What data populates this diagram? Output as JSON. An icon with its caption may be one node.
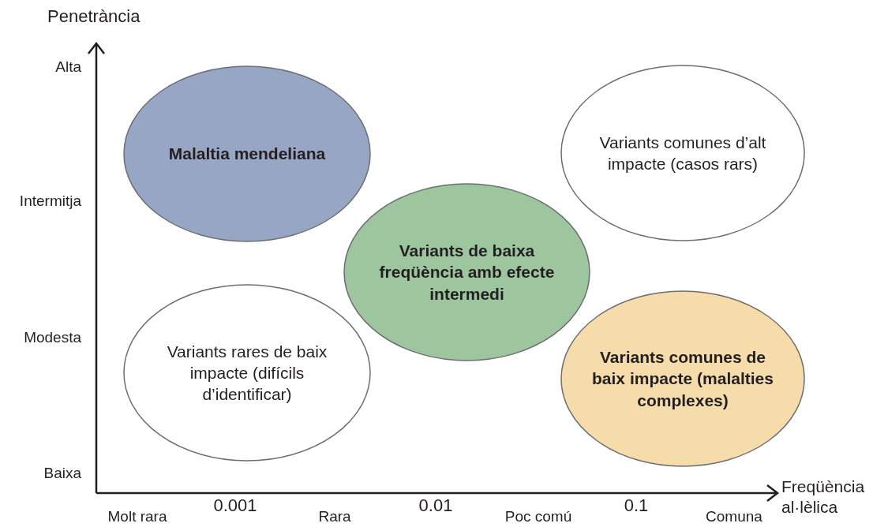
{
  "diagram": {
    "nodes": [
      {
        "text": [
          "Malaltia mendeliana"
        ]
      },
      {
        "text": [
          "Variants comunes d’alt impacte (casos rars)"
        ]
      },
      {
        "text": [
          "Variants de baixa freqüència amb efecte intermedi"
        ]
      },
      {
        "text": [
          "Variants rares de baix impacte (difícils d’identificar)"
        ]
      },
      {
        "text": [
          "Variants comunes de baix impacte (malalties complexes)"
        ]
      }
    ],
    "labels": [
      "Penetrància",
      "Alta",
      "Intermitja",
      "Modesta",
      "Baixa",
      "Freqüència al·lèlica",
      "Molt rara",
      "0.001",
      "Rara",
      "0.01",
      "Poc comú",
      "0.1",
      "Comuna"
    ]
  }
}
